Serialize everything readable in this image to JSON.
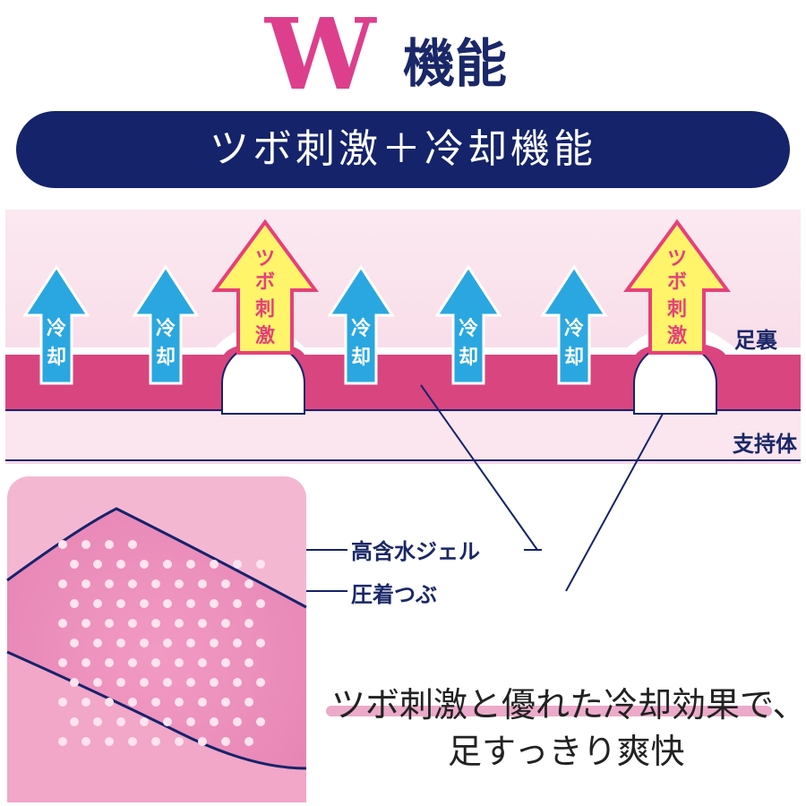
{
  "header": {
    "w_letter": "W",
    "title_suffix": "機能",
    "banner": "ツボ刺激＋冷却機能"
  },
  "diagram": {
    "arrows": [
      {
        "type": "cool",
        "label_top": "冷",
        "label_bottom": "却"
      },
      {
        "type": "cool",
        "label_top": "冷",
        "label_bottom": "却"
      },
      {
        "type": "press",
        "label_1": "ツ",
        "label_2": "ボ",
        "label_3": "刺",
        "label_4": "激"
      },
      {
        "type": "cool",
        "label_top": "冷",
        "label_bottom": "却"
      },
      {
        "type": "cool",
        "label_top": "冷",
        "label_bottom": "却"
      },
      {
        "type": "cool",
        "label_top": "冷",
        "label_bottom": "却"
      },
      {
        "type": "press",
        "label_1": "ツ",
        "label_2": "ボ",
        "label_3": "刺",
        "label_4": "激"
      }
    ],
    "labels": {
      "sole": "足裏",
      "support": "支持体"
    }
  },
  "callouts": {
    "gel": "高含水ジェル",
    "tsubu": "圧着つぶ"
  },
  "tagline": {
    "line1": "ツボ刺激と優れた冷却効果で、",
    "line2": "足すっきり爽快"
  },
  "colors": {
    "navy": "#15236b",
    "pink": "#dd3f8c",
    "cool_blue": "#2aa7e0",
    "press_yellow": "#fff46a",
    "press_border": "#e6407a"
  }
}
